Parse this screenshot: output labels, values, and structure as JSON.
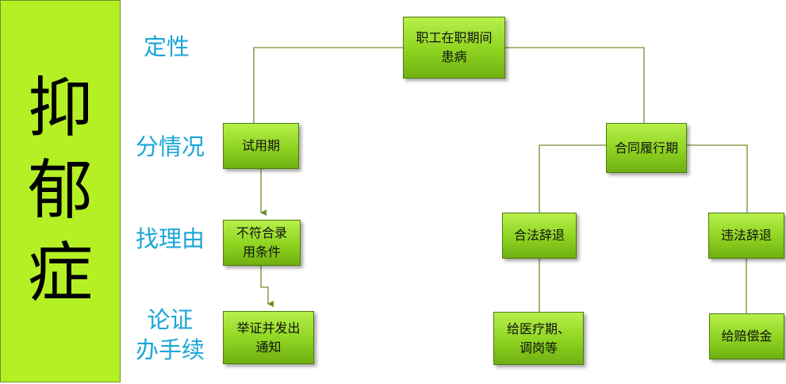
{
  "side_title": "抑郁症",
  "stages": {
    "s1": "定性",
    "s2": "分情况",
    "s3": "找理由",
    "s4": "论证\n办手续"
  },
  "nodes": {
    "root": "职工在职期间\n患病",
    "probation": "试用期",
    "contract": "合同履行期",
    "not_qualified": "不符合录\n用条件",
    "lawful_dismissal": "合法辞退",
    "unlawful_dismissal": "违法辞退",
    "evidence_notice": "举证并发出\n通知",
    "medical_period": "给医疗期、\n调岗等",
    "compensation": "给赔偿金"
  },
  "colors": {
    "side_fill": "#b5f025",
    "node_fill": "#8ed320",
    "stage_text": "#1aa6d8",
    "connector": "#6f8f2a"
  }
}
